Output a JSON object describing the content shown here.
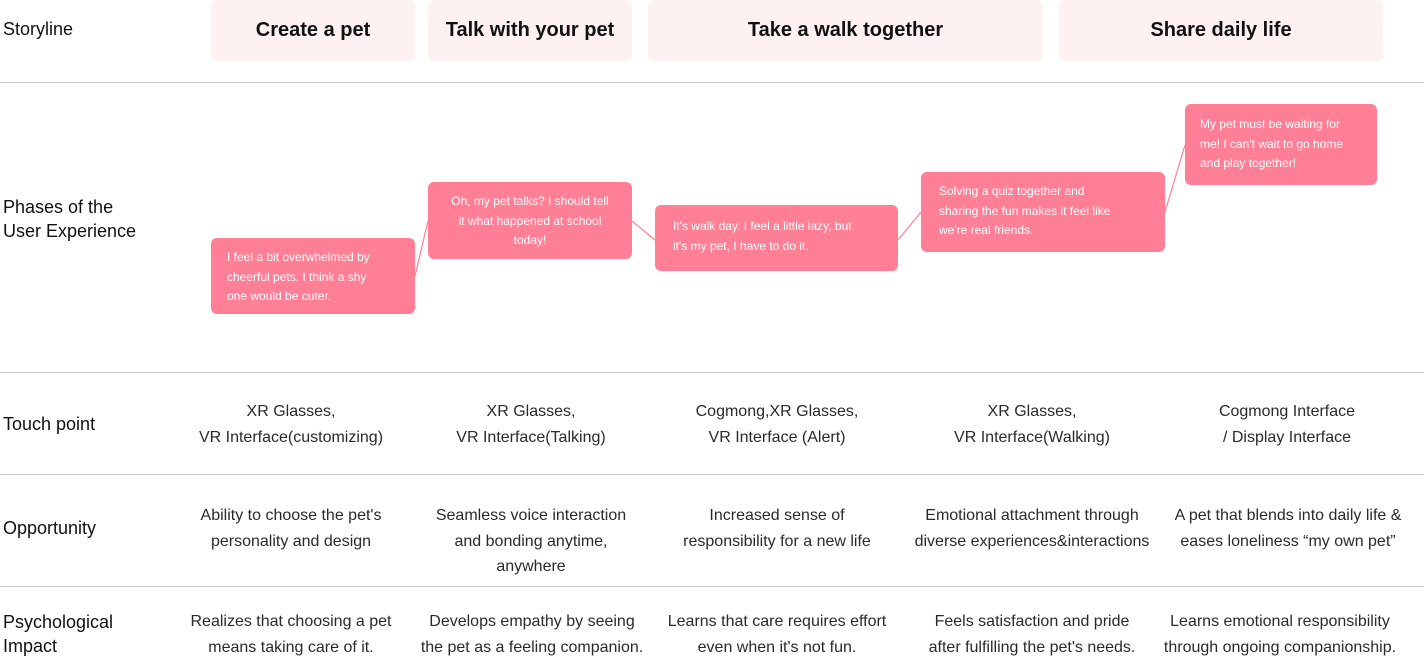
{
  "rows": {
    "storyline": "Storyline",
    "phases": [
      "Phases of the",
      "User Experience"
    ],
    "touchpoint": "Touch point",
    "opportunity": "Opportunity",
    "psych": [
      "Psychological",
      "Impact"
    ]
  },
  "storyline": [
    "Create a pet",
    "Talk with your pet",
    "Take a walk together",
    "Share daily life"
  ],
  "phases": [
    [
      "I feel a bit overwhelmed by",
      "cheerful pets. I think a shy",
      "one would be cuter."
    ],
    [
      "Oh, my pet talks? I should tell",
      "it what happened at school",
      "today!"
    ],
    [
      "It's walk day. I feel a little lazy, but",
      "it's my pet, I have to do it."
    ],
    [
      "Solving a quiz together and",
      "sharing the fun makes it feel like",
      "we're real friends."
    ],
    [
      "My pet must be waiting for",
      "me! I can't wait to go home",
      "and play together!"
    ]
  ],
  "touchpoints": [
    [
      "XR Glasses,",
      "VR Interface(customizing)"
    ],
    [
      "XR Glasses,",
      "VR Interface(Talking)"
    ],
    [
      "Cogmong,XR Glasses,",
      "VR Interface (Alert)"
    ],
    [
      "XR Glasses,",
      "VR Interface(Walking)"
    ],
    [
      "Cogmong Interface",
      "/ Display Interface"
    ]
  ],
  "opportunities": [
    [
      "Ability to choose the pet's",
      "personality and design"
    ],
    [
      "Seamless voice interaction",
      "and bonding anytime,",
      "anywhere"
    ],
    [
      "Increased sense of",
      "responsibility for a new life"
    ],
    [
      "Emotional attachment through",
      "diverse experiences&interactions"
    ],
    [
      "A pet that blends into daily life &",
      "eases loneliness “my own pet”"
    ]
  ],
  "impacts": [
    [
      "Realizes that choosing a pet",
      "means taking care of it."
    ],
    [
      "Develops empathy by seeing",
      "the pet as a feeling companion."
    ],
    [
      "Learns that care requires effort",
      "even when it's not fun."
    ],
    [
      "Feels satisfaction and pride",
      "after fulfilling the pet's needs."
    ],
    [
      "Learns emotional responsibility",
      "through ongoing companionship."
    ]
  ],
  "colors": {
    "bubble": "#ff8096",
    "story_bg": "#fdf1f2",
    "divider": "#c8c8c8"
  }
}
